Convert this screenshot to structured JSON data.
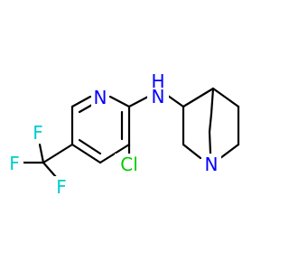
{
  "atoms": {
    "n_pyridine": {
      "label": "N",
      "color": "#0000ff"
    },
    "n_amine": {
      "label": "N",
      "color": "#0000ff"
    },
    "n_h": {
      "label": "H",
      "color": "#0000ff"
    },
    "n_bridgehead": {
      "label": "N",
      "color": "#0000ff"
    },
    "cl": {
      "label": "Cl",
      "color": "#00cc00"
    },
    "f_left": {
      "label": "F",
      "color": "#00cccc"
    },
    "f_top": {
      "label": "F",
      "color": "#00cccc"
    },
    "f_bottom": {
      "label": "F",
      "color": "#00cccc"
    }
  },
  "bond_color": "#000000"
}
